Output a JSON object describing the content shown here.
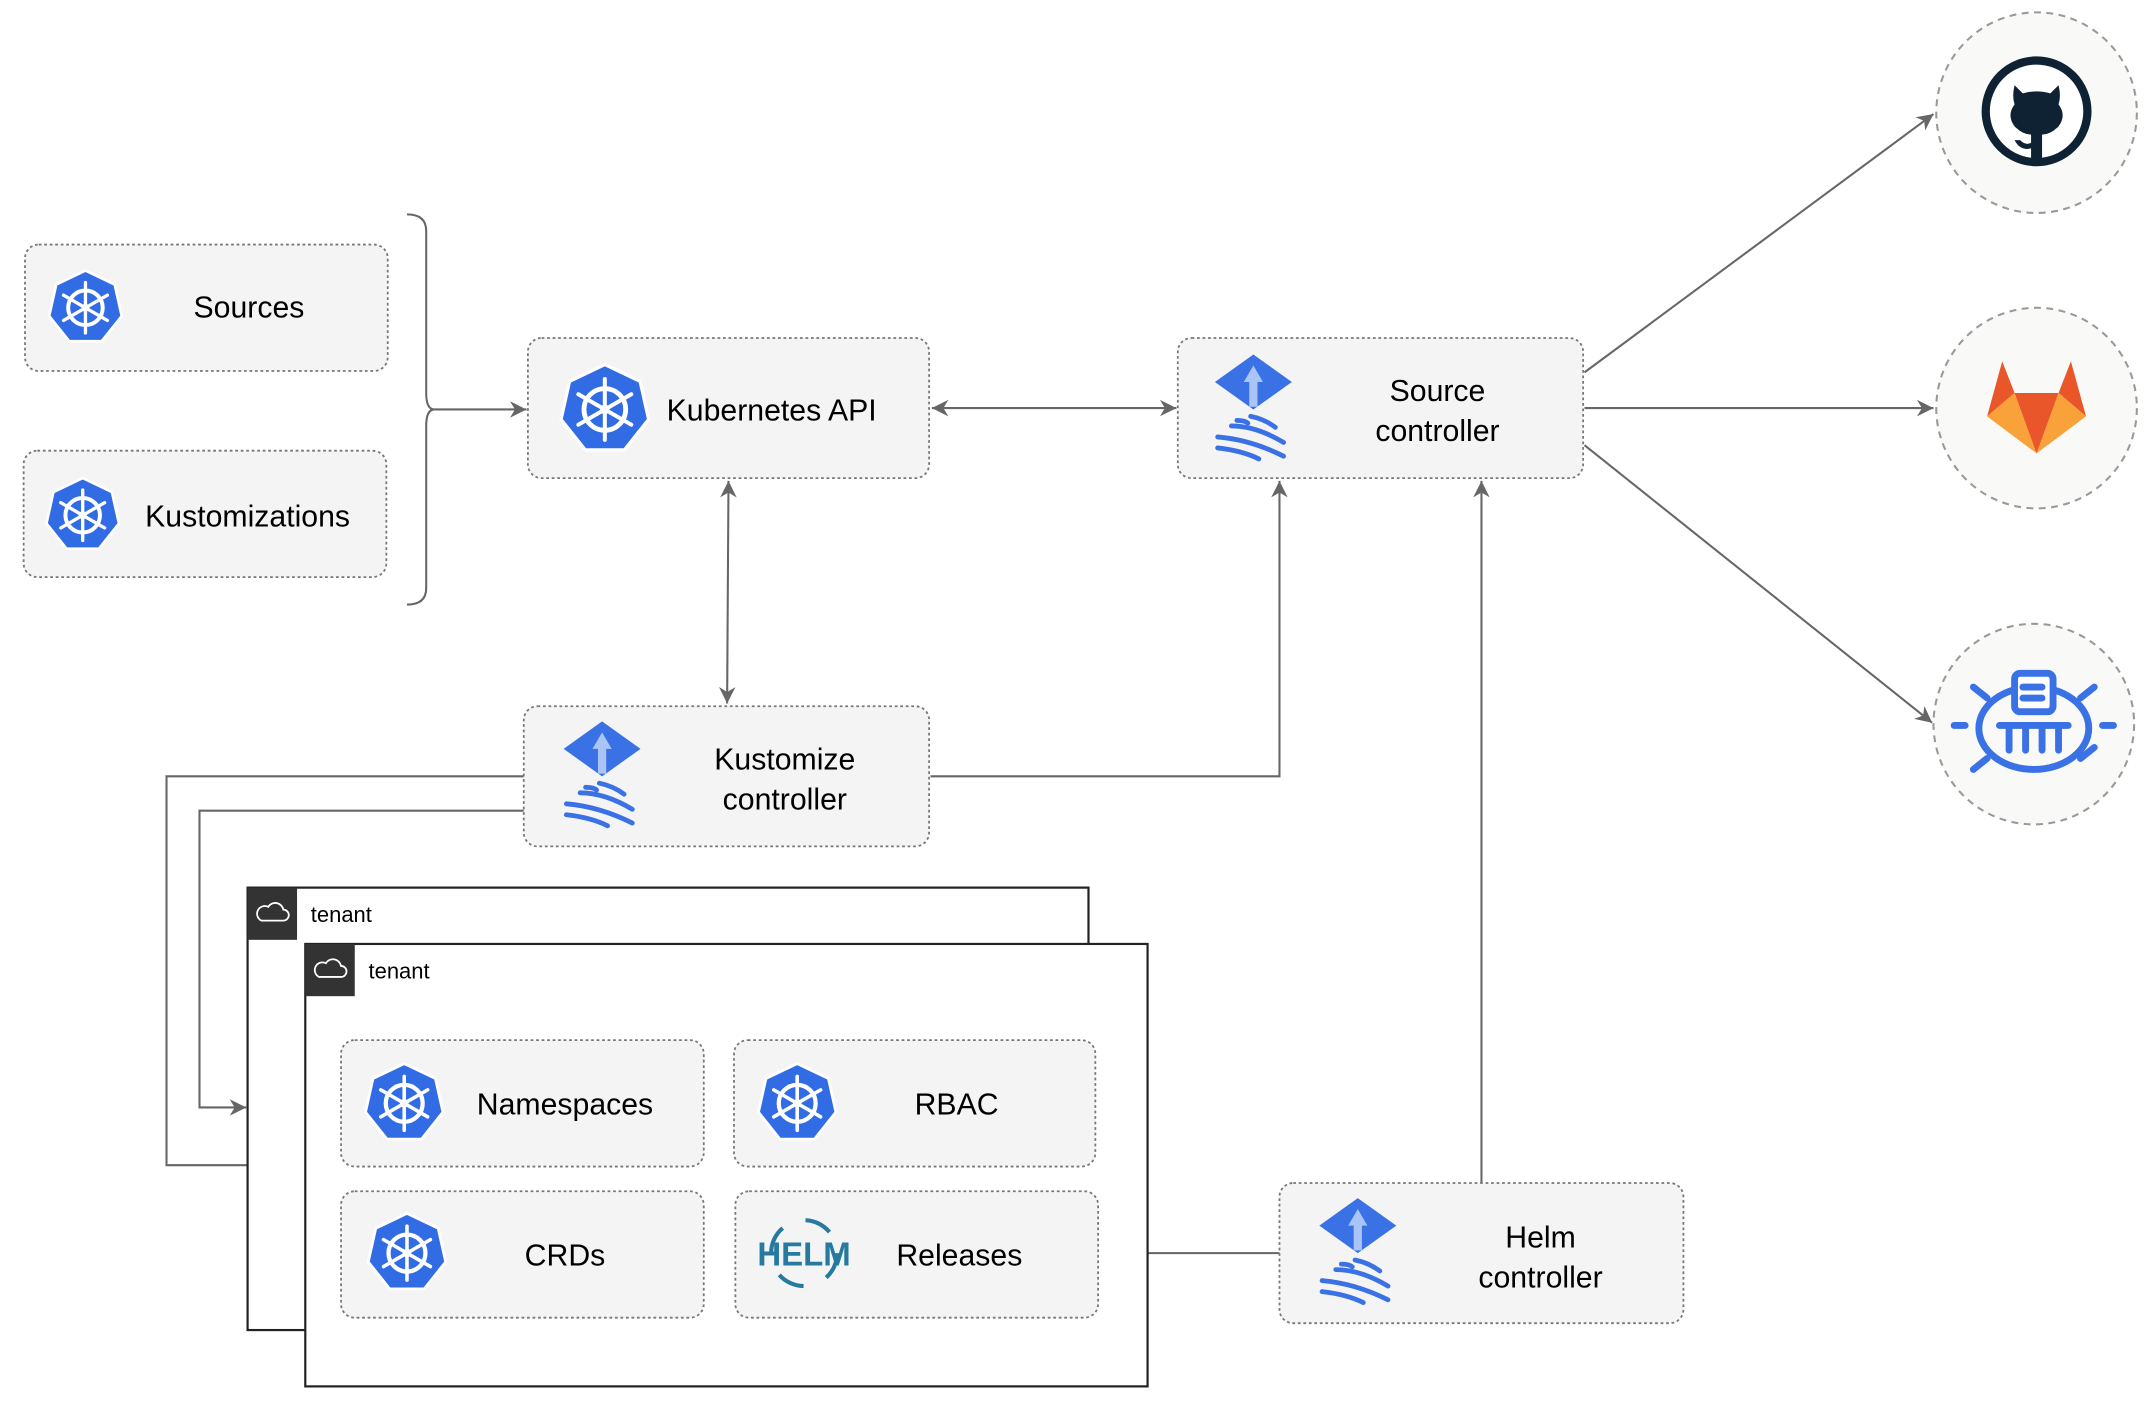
{
  "nodes": {
    "sources": {
      "label": "Sources",
      "icon": "kubernetes-icon"
    },
    "kustomizations": {
      "label": "Kustomizations",
      "icon": "kubernetes-icon"
    },
    "kubernetes_api": {
      "label": "Kubernetes API",
      "icon": "kubernetes-icon"
    },
    "source_controller": {
      "line1": "Source",
      "line2": "controller",
      "icon": "flux-icon"
    },
    "kustomize_controller": {
      "line1": "Kustomize",
      "line2": "controller",
      "icon": "flux-icon"
    },
    "helm_controller": {
      "line1": "Helm",
      "line2": "controller",
      "icon": "flux-icon"
    },
    "namespaces": {
      "label": "Namespaces",
      "icon": "kubernetes-icon"
    },
    "rbac": {
      "label": "RBAC",
      "icon": "kubernetes-icon"
    },
    "crds": {
      "label": "CRDs",
      "icon": "kubernetes-icon"
    },
    "releases": {
      "label": "Releases",
      "icon": "helm-icon",
      "icon_text": "HELM"
    }
  },
  "tenants": [
    {
      "label": "tenant",
      "icon": "cloud-icon"
    },
    {
      "label": "tenant",
      "icon": "cloud-icon"
    }
  ],
  "external_sources": [
    {
      "icon": "github-icon"
    },
    {
      "icon": "gitlab-icon"
    },
    {
      "icon": "bucket-icon"
    }
  ],
  "colors": {
    "kubernetes_blue": "#326ce5",
    "flux_blue": "#3a72e6",
    "helm": "#277a9f",
    "github": "#0f2233",
    "gitlab_red": "#e8562a",
    "gitlab_orange": "#f9a23a",
    "edge": "#666666"
  }
}
